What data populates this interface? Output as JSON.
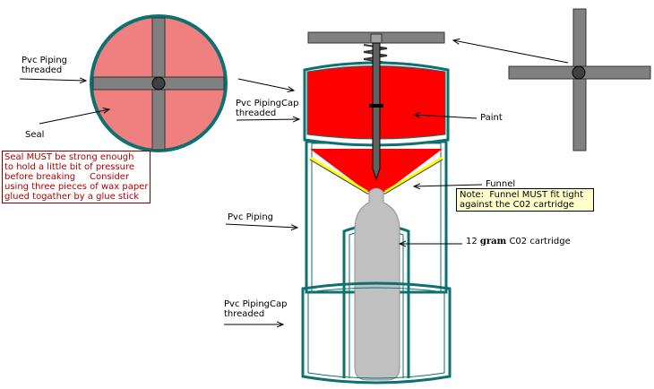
{
  "labels": {
    "pvc_piping_threaded": "Pvc Piping\nthreaded",
    "seal": "Seal",
    "pvc_piping_cap_threaded_top": "Pvc PipingCap\nthreaded",
    "paint": "Paint",
    "funnel": "Funnel",
    "pvc_piping": "Pvc Piping",
    "cartridge_prefix": "12",
    "cartridge_bold": "gram",
    "cartridge_suffix": "C02 cartridge",
    "pvc_piping_cap_threaded_bottom": "Pvc PipingCap\nthreaded"
  },
  "notes": {
    "seal_note": "Seal MUST be strong enough\nto hold a little bit of pressure\nbefore breaking     Consider\nusing three pieces of wax paper\nglued togather by a glue stick",
    "funnel_note": "Note:  Funnel MUST fit tight\nagainst the C02 cartridge"
  },
  "colors": {
    "teal": "#0f7070",
    "seal_fill": "#f08080",
    "paint_red": "#ff0000",
    "handle_gray": "#808080",
    "cartridge_gray": "#c0c0c0",
    "funnel_yellow": "#ffff00",
    "note_bg": "#ffffcc"
  }
}
